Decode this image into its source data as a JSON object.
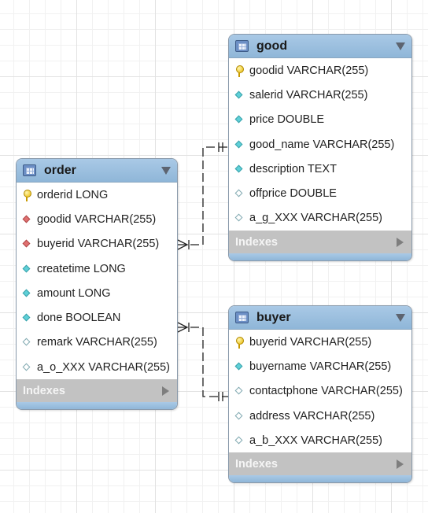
{
  "tables": {
    "good": {
      "name": "good",
      "columns": [
        {
          "text": "goodid VARCHAR(255)",
          "icon": "primary-key-icon"
        },
        {
          "text": "salerid VARCHAR(255)",
          "icon": "column-icon"
        },
        {
          "text": "price DOUBLE",
          "icon": "column-icon"
        },
        {
          "text": "good_name VARCHAR(255)",
          "icon": "column-icon"
        },
        {
          "text": "description TEXT",
          "icon": "column-icon"
        },
        {
          "text": "offprice DOUBLE",
          "icon": "nullable-column-icon"
        },
        {
          "text": "a_g_XXX VARCHAR(255)",
          "icon": "nullable-column-icon"
        }
      ],
      "indexes_label": "Indexes"
    },
    "order": {
      "name": "order",
      "columns": [
        {
          "text": "orderid LONG",
          "icon": "primary-key-icon"
        },
        {
          "text": "goodid VARCHAR(255)",
          "icon": "foreign-key-icon"
        },
        {
          "text": "buyerid VARCHAR(255)",
          "icon": "foreign-key-icon"
        },
        {
          "text": "createtime LONG",
          "icon": "column-icon"
        },
        {
          "text": "amount LONG",
          "icon": "column-icon"
        },
        {
          "text": "done BOOLEAN",
          "icon": "column-icon"
        },
        {
          "text": "remark VARCHAR(255)",
          "icon": "nullable-column-icon"
        },
        {
          "text": "a_o_XXX VARCHAR(255)",
          "icon": "nullable-column-icon"
        }
      ],
      "indexes_label": "Indexes"
    },
    "buyer": {
      "name": "buyer",
      "columns": [
        {
          "text": "buyerid VARCHAR(255)",
          "icon": "primary-key-icon"
        },
        {
          "text": "buyername VARCHAR(255)",
          "icon": "column-icon"
        },
        {
          "text": "contactphone VARCHAR(255)",
          "icon": "nullable-column-icon"
        },
        {
          "text": "address VARCHAR(255)",
          "icon": "nullable-column-icon"
        },
        {
          "text": "a_b_XXX VARCHAR(255)",
          "icon": "nullable-column-icon"
        }
      ],
      "indexes_label": "Indexes"
    }
  },
  "relationships": [
    {
      "from": "order",
      "to": "good",
      "from_end": "many",
      "to_end": "one-and-only-one"
    },
    {
      "from": "order",
      "to": "buyer",
      "from_end": "many",
      "to_end": "one-and-only-one"
    }
  ],
  "colors": {
    "header": "#9cbfde",
    "indexes_bar": "#c2c2c2",
    "key_icon": "#e8b800",
    "column_icon": "#5fd0d8",
    "foreign_key_icon": "#e07070"
  }
}
